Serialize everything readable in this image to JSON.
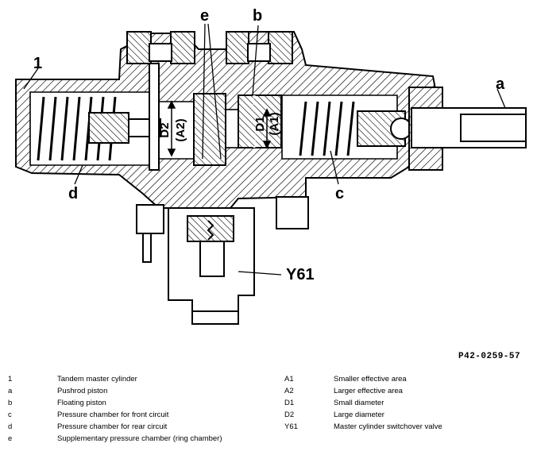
{
  "callouts": {
    "one": "1",
    "a": "a",
    "b": "b",
    "c": "c",
    "d": "d",
    "e": "e",
    "y61": "Y61"
  },
  "dimension_labels": {
    "d2": "D2",
    "a2": "(A2)",
    "d1": "D1",
    "a1": "(A1)"
  },
  "figure_code": "P42-0259-57",
  "legend_left": [
    {
      "key": "1",
      "desc": "Tandem master cylinder"
    },
    {
      "key": "a",
      "desc": "Pushrod piston"
    },
    {
      "key": "b",
      "desc": "Floating piston"
    },
    {
      "key": "c",
      "desc": "Pressure chamber for front circuit"
    },
    {
      "key": "d",
      "desc": "Pressure chamber for rear circuit"
    },
    {
      "key": "e",
      "desc": "Supplementary pressure chamber (ring chamber)"
    }
  ],
  "legend_right": [
    {
      "key": "A1",
      "desc": "Smaller effective area"
    },
    {
      "key": "A2",
      "desc": "Larger effective area"
    },
    {
      "key": "D1",
      "desc": "Small diameter"
    },
    {
      "key": "D2",
      "desc": "Large diameter"
    },
    {
      "key": "Y61",
      "desc": "Master cylinder switchover valve"
    }
  ]
}
